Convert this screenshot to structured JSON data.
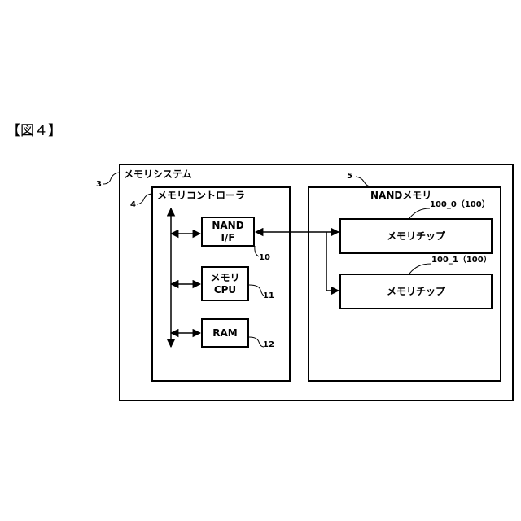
{
  "figure_label": "【図４】",
  "memory_system": {
    "label": "メモリシステム",
    "ref": "3"
  },
  "memory_controller": {
    "label": "メモリコントローラ",
    "ref": "4"
  },
  "nand_memory": {
    "label": "NANDメモリ",
    "ref": "5"
  },
  "nand_if": {
    "line1": "NAND",
    "line2": "I/F",
    "ref": "10"
  },
  "memory_cpu": {
    "line1": "メモリ",
    "line2": "CPU",
    "ref": "11"
  },
  "ram": {
    "label": "RAM",
    "ref": "12"
  },
  "chip0": {
    "label": "メモリチップ",
    "ref": "100_0（100）"
  },
  "chip1": {
    "label": "メモリチップ",
    "ref": "100_1（100）"
  }
}
